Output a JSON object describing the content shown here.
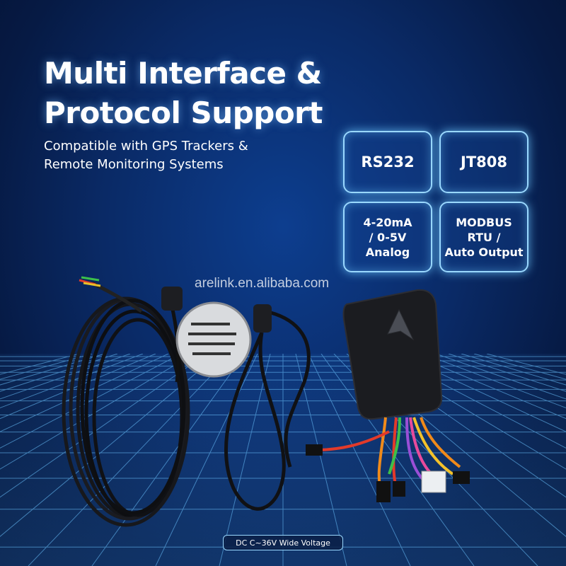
{
  "headline": {
    "line1": "Multi Interface &",
    "line2": "Protocol Support"
  },
  "subheadline": {
    "line1": "Compatible with GPS Trackers &",
    "line2": "Remote Monitoring Systems"
  },
  "protocols": {
    "rs232": {
      "label": "RS232"
    },
    "jt808": {
      "label": "JT808"
    },
    "analog": {
      "line1": "4-20mA",
      "line2": "/ 0-5V",
      "line3": "Analog"
    },
    "modbus": {
      "line1": "MODBUS",
      "line2": "RTU /",
      "line3": "Auto Output"
    }
  },
  "watermark": "arelink.en.alibaba.com",
  "voltage_badge": "DC C~36V Wide Voltage",
  "colors": {
    "background": "#0a2a66",
    "glow": "#9ad8ff",
    "text": "#ffffff"
  }
}
